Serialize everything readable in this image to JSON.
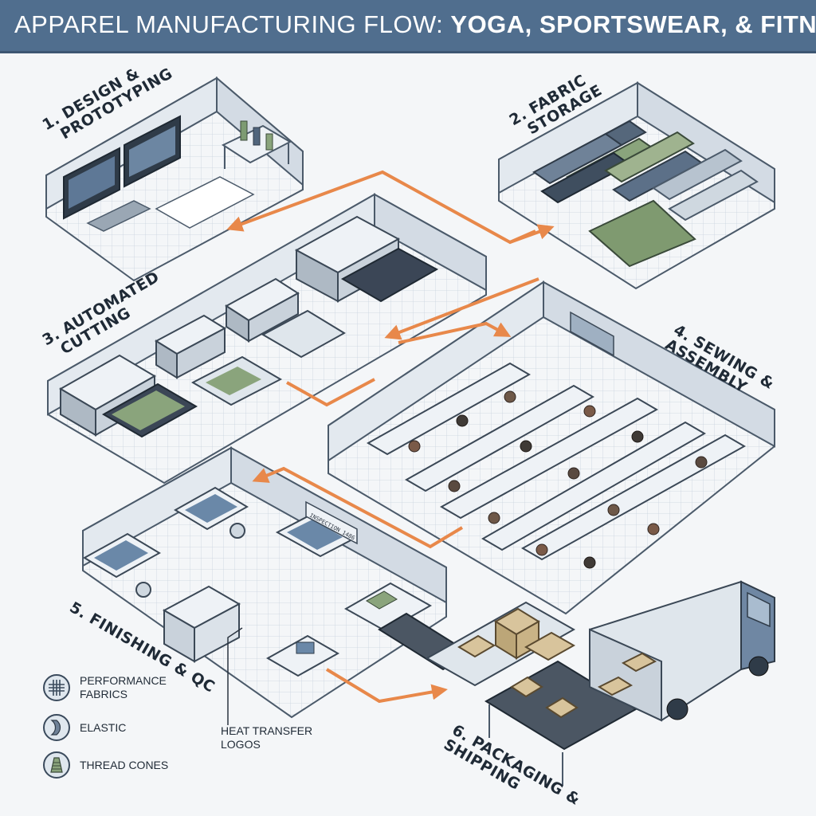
{
  "title": {
    "light": "APPAREL MANUFACTURING FLOW: ",
    "bold": "YOGA, SPORTSWEAR, & FITNESS"
  },
  "stages": [
    {
      "line1": "1. DESIGN &",
      "line2": "PROTOTYPING"
    },
    {
      "line1": "2. FABRIC",
      "line2": "STORAGE"
    },
    {
      "line1": "3. AUTOMATED",
      "line2": "CUTTING"
    },
    {
      "line1": "4. SEWING &",
      "line2": "ASSEMBLY"
    },
    {
      "line1": "5. FINISHING & QC",
      "line2": ""
    },
    {
      "line1": "6. PACKAGING &",
      "line2": "SHIPPING"
    }
  ],
  "legend": [
    {
      "label": "PERFORMANCE FABRICS",
      "icon": "fabric-weave-icon"
    },
    {
      "label": "ELASTIC",
      "icon": "elastic-band-icon"
    },
    {
      "label": "THREAD CONES",
      "icon": "thread-cone-icon"
    }
  ],
  "callout": {
    "label": "HEAT TRANSFER LOGOS"
  },
  "sign_text": "INSPECTION 1486",
  "colors": {
    "title_bar": "#506e8e",
    "flow_arrow": "#e8884a",
    "room_wall": "#dfe5ec",
    "fabric_green": "#8aa47c",
    "fabric_slate": "#5c7088"
  }
}
